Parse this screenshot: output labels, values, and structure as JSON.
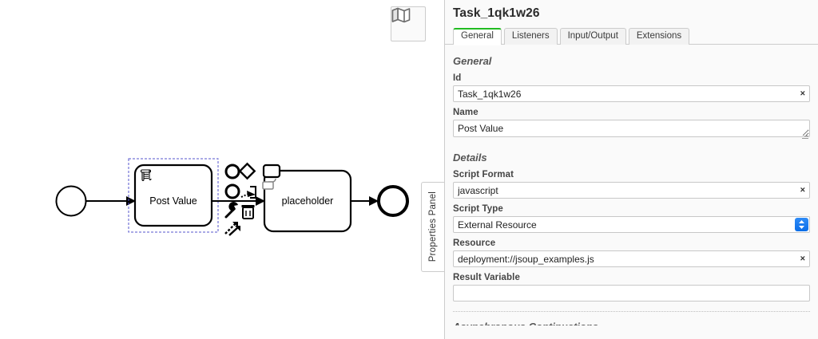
{
  "canvas": {
    "minimap_icon": "map-icon",
    "elements": [
      {
        "type": "start-event",
        "label": ""
      },
      {
        "type": "script-task",
        "label": "Post Value",
        "selected": true,
        "marker": "script-icon"
      },
      {
        "type": "task",
        "label": "placeholder"
      },
      {
        "type": "end-event",
        "label": ""
      }
    ],
    "context_pad": [
      "append-intermediate-event-icon",
      "append-gateway-icon",
      "append-task-icon",
      "append-end-event-icon",
      "connect-icon",
      "wrench-icon",
      "trash-icon",
      "append-text-annotation-icon"
    ]
  },
  "properties_toggle": {
    "label": "Properties Panel"
  },
  "properties": {
    "title": "Task_1qk1w26",
    "tabs": [
      {
        "label": "General",
        "active": true
      },
      {
        "label": "Listeners",
        "active": false
      },
      {
        "label": "Input/Output",
        "active": false
      },
      {
        "label": "Extensions",
        "active": false
      }
    ],
    "groups": [
      {
        "title": "General",
        "fields": [
          {
            "label": "Id",
            "value": "Task_1qk1w26",
            "clear": "×"
          },
          {
            "label": "Name",
            "value": "Post Value"
          }
        ]
      },
      {
        "title": "Details",
        "fields": [
          {
            "label": "Script Format",
            "value": "javascript",
            "clear": "×"
          },
          {
            "label": "Script Type",
            "value": "External Resource"
          },
          {
            "label": "Resource",
            "value": "deployment://jsoup_examples.js",
            "clear": "×"
          },
          {
            "label": "Result Variable",
            "value": ""
          }
        ]
      }
    ],
    "clipped_group_title": "Asynchronous Continuations"
  },
  "colors": {
    "accent_tab": "#21bb21",
    "select_stepper": "#0a6de8",
    "selection_outline": "#5555cc",
    "panel_bg": "#fafafa",
    "border": "#cccccc"
  }
}
